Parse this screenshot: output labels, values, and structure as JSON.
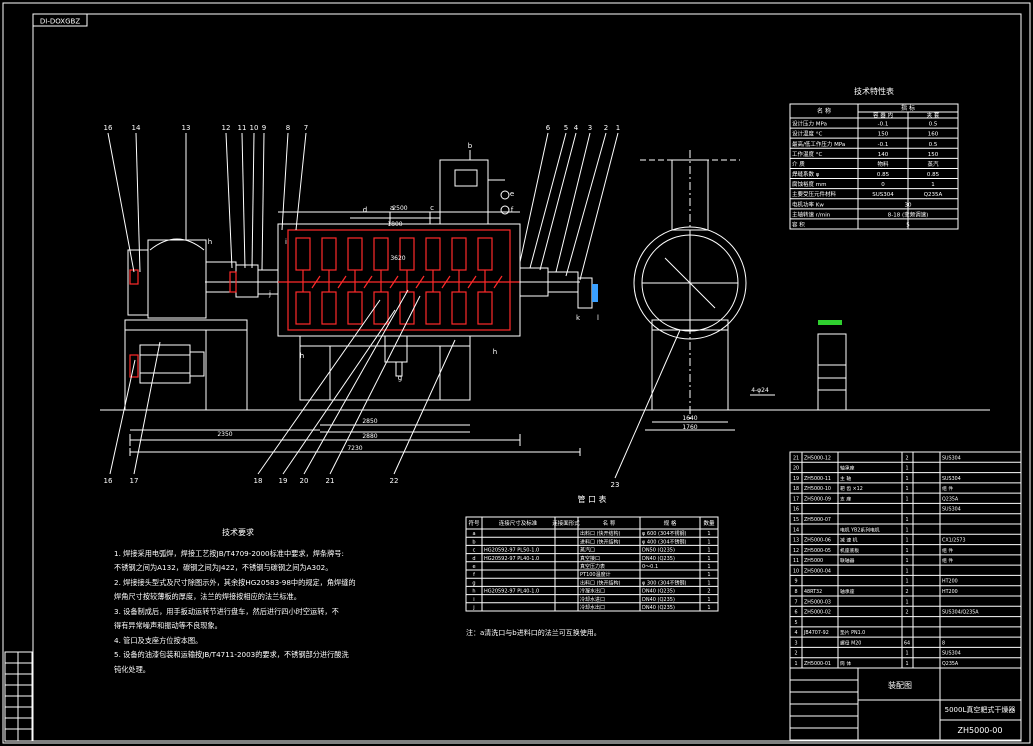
{
  "drawing": {
    "code_box": "DI-DOXGBZ",
    "title_block_name": "装配图",
    "title_block_drawing_no": "ZH5000-00",
    "title_block_product": "5000L真空耙式干燥器"
  },
  "tech_params": {
    "title": "技术特性表",
    "header_name": "名  称",
    "header_spec": "指  标",
    "sub_left": "容 器 内",
    "sub_right": "夹 套",
    "rows": [
      {
        "name": "设计压力 MPa",
        "inner": "-0.1",
        "jacket": "0.5"
      },
      {
        "name": "设计温度 °C",
        "inner": "150",
        "jacket": "160"
      },
      {
        "name": "最高/低工作压力 MPa",
        "inner": "-0.1",
        "jacket": "0.5"
      },
      {
        "name": "工作温度 °C",
        "inner": "140",
        "jacket": "150"
      },
      {
        "name": "介  质",
        "inner": "物料",
        "jacket": "蒸汽"
      },
      {
        "name": "焊缝系数 φ",
        "inner": "0.85",
        "jacket": "0.85"
      },
      {
        "name": "腐蚀裕度 mm",
        "inner": "0",
        "jacket": "1"
      },
      {
        "name": "主要受压元件材料",
        "inner": "SUS304",
        "jacket": "Q235A"
      },
      {
        "name": "电机功率 Kw",
        "inner": "30",
        "jacket": ""
      },
      {
        "name": "主轴转速 r/min",
        "inner": "8-18 (变频调速)",
        "jacket": ""
      },
      {
        "name": "容  积",
        "inner": "5",
        "jacket": ""
      }
    ]
  },
  "nozzle_table": {
    "title": "管 口 表",
    "headers": [
      "符号",
      "连接尺寸及标准",
      "连接面形式",
      "名  称",
      "规  格",
      "数量"
    ],
    "rows": [
      [
        "a",
        "",
        "",
        "出料口 (快开结构)",
        "φ 600 (304不锈钢)",
        "1"
      ],
      [
        "b",
        "",
        "",
        "进料口 (快开结构)",
        "φ 400 (304不锈钢)",
        "1"
      ],
      [
        "c",
        "HG20592-97 PL50-1.0",
        "",
        "蒸汽口",
        "DN50 (Q235)",
        "1"
      ],
      [
        "d",
        "HG20592-97 PL40-1.0",
        "",
        "真空接口",
        "DN40 (Q235)",
        "1"
      ],
      [
        "e",
        "",
        "",
        "真空压力表",
        "0～0.1",
        "1"
      ],
      [
        "f",
        "",
        "",
        "PT100温度计",
        "",
        "1"
      ],
      [
        "g",
        "",
        "",
        "出料口 (快开结构)",
        "φ 300 (304不锈钢)",
        "1"
      ],
      [
        "h",
        "HG20592-97 PL40-1.0",
        "",
        "冷凝水出口",
        "DN40 (Q235)",
        "2"
      ],
      [
        "i",
        "",
        "",
        "冷却水进口",
        "DN40 (Q235)",
        "1"
      ],
      [
        "j",
        "",
        "",
        "冷却水出口",
        "DN40 (Q235)",
        "1"
      ]
    ],
    "note": "注：a清洗口与b进料口的法兰可互换使用。"
  },
  "tech_req": {
    "title": "技术要求",
    "lines": [
      "1. 焊接采用电弧焊，焊接工艺按JB/T4709-2000标准中要求，焊条牌号:",
      "   不锈钢之间为A132，碳钢之间为J422，不锈钢与碳钢之间为A302。",
      "2. 焊接接头型式及尺寸除图示外，其余按HG20583-98中的规定，角焊缝的",
      "   焊角尺寸按较薄板的厚度，法兰的焊接按相应的法兰标准。",
      "3. 设备制成后，用手扳动运转节进行盘车，然后进行四小时空运转，不",
      "   得有异常噪声和振动等不良现象。",
      "4. 管口及支座方位按本图。",
      "5. 设备的油漆包装和运输按JB/T4711-2003的要求，不锈钢部分进行酸洗",
      "   钝化处理。"
    ]
  },
  "parts_list": {
    "rows": [
      [
        "21",
        "ZH5000-12",
        "",
        "2",
        "SUS304"
      ],
      [
        "20",
        "",
        "轴承座",
        "1",
        ""
      ],
      [
        "19",
        "ZH5000-11",
        "主 轴",
        "1",
        "SUS304"
      ],
      [
        "18",
        "ZH5000-10",
        "耙 齿 ×12",
        "1",
        "组 件"
      ],
      [
        "17",
        "ZH5000-09",
        "支 座",
        "1",
        "Q235A"
      ],
      [
        "16",
        "",
        "",
        "",
        "SUS304"
      ],
      [
        "15",
        "ZH5000-07",
        "",
        "1",
        ""
      ],
      [
        "14",
        "",
        "电机 YB2系列电机",
        "1",
        ""
      ],
      [
        "13",
        "ZH5000-06",
        "减 速 机",
        "1",
        "CX1/2573"
      ],
      [
        "12",
        "ZH5000-05",
        "机座底板",
        "1",
        "组 件"
      ],
      [
        "11",
        "ZH5000",
        "联轴器",
        "1",
        "组 件"
      ],
      [
        "10",
        "ZH5000-04",
        "",
        "1",
        ""
      ],
      [
        "9",
        "",
        "",
        "1",
        "HT200"
      ],
      [
        "8",
        "48RT32",
        "轴承座",
        "2",
        "HT200"
      ],
      [
        "7",
        "ZH5000-03",
        "",
        "1",
        ""
      ],
      [
        "6",
        "ZH5000-02",
        "",
        "2",
        "SUS304/Q235A"
      ],
      [
        "5",
        "",
        "",
        "",
        ""
      ],
      [
        "4",
        "JB4707-92",
        "垫片 PN1.0",
        "",
        ""
      ],
      [
        "3",
        "",
        "螺母 M20",
        "64",
        "8"
      ],
      [
        "2",
        "",
        "",
        "1",
        "SUS304"
      ],
      [
        "1",
        "ZH5000-01",
        "筒 体",
        "1",
        "Q235A"
      ]
    ]
  },
  "callouts": {
    "top_left": [
      "16",
      "14",
      "13",
      "12",
      "11",
      "10",
      "9",
      "8",
      "7"
    ],
    "top_right": [
      "6",
      "5",
      "4",
      "3",
      "2",
      "1"
    ],
    "bottom": [
      "16",
      "17",
      "18",
      "19",
      "20",
      "21",
      "22",
      "23"
    ],
    "letters": [
      "b",
      "d",
      "e",
      "f",
      "a",
      "c",
      "h",
      "h",
      "g",
      "h",
      "k",
      "l",
      "i",
      "j"
    ]
  },
  "dimensions": {
    "main_top": "2500",
    "inner_top": "1800",
    "shell": "3620",
    "bottom_1": "2850",
    "bottom_2": "2880",
    "bottom_3": "2350",
    "total": "7230",
    "side_width": "1640",
    "side_base": "1760",
    "side_height": "4-φ24"
  }
}
